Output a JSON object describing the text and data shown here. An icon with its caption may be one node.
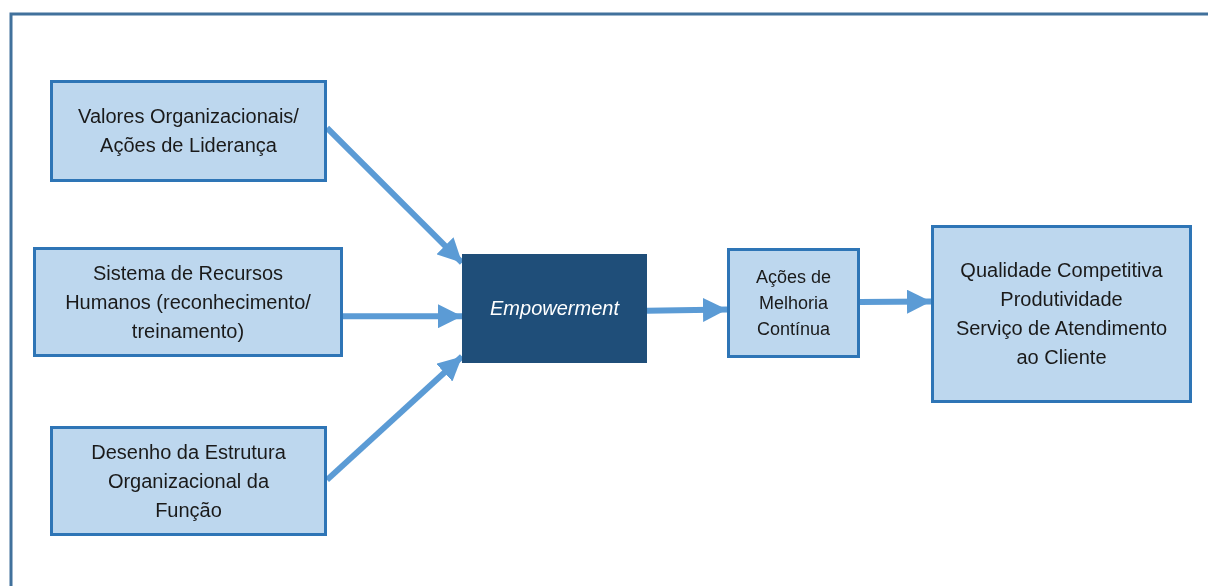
{
  "diagram": {
    "nodes": [
      {
        "text": [
          "Valores Organizacionais/ Ações de Liderança"
        ]
      },
      {
        "text": [
          "Sistema de Recursos Humanos (reconhecimento/ treinamento)"
        ]
      },
      {
        "text": [
          "Desenho da Estrutura Organizacional da Função"
        ]
      },
      {
        "text": [
          "Empowerment"
        ]
      },
      {
        "text": [
          "Ações de Melhoria Contínua"
        ]
      },
      {
        "text": [
          "Qualidade Competitiva",
          "Produtividade",
          "Serviço de Atendimento ao Cliente"
        ]
      }
    ],
    "edges": [
      {
        "from": 0,
        "to": 3,
        "arrow": "to"
      },
      {
        "from": 1,
        "to": 3,
        "arrow": "to"
      },
      {
        "from": 2,
        "to": 3,
        "arrow": "to"
      },
      {
        "from": 3,
        "to": 4,
        "arrow": "to"
      },
      {
        "from": 4,
        "to": 5,
        "arrow": "to"
      }
    ]
  }
}
